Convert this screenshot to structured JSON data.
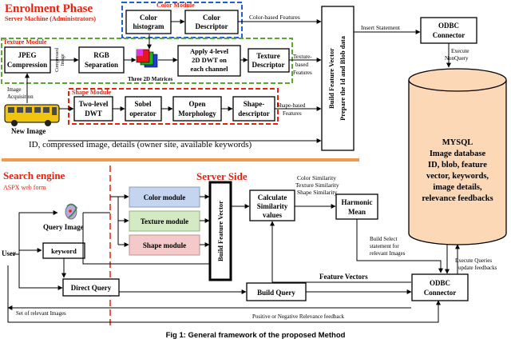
{
  "enrolment": {
    "title": "Enrolment Phase",
    "subtitle": "Server Machine (Administrators)",
    "color_module": {
      "title": "Color Module",
      "histogram": [
        "Color",
        "histogram"
      ],
      "descriptor": [
        "Color",
        "Descriptor"
      ]
    },
    "texture_module": {
      "title": "Texture Module",
      "jpeg": [
        "JPEG",
        "Compression"
      ],
      "compressed_label": [
        "Compressed",
        "Image"
      ],
      "rgb": [
        "RGB",
        "Separation"
      ],
      "matrices_label": "Three 2D Matrices",
      "dwt": [
        "Apply 4-level",
        "2D DWT on",
        "each channel"
      ],
      "descriptor": [
        "Texture",
        "Descriptor"
      ]
    },
    "shape_module": {
      "title": "Shape Module",
      "dwt": [
        "Two-level",
        "DWT"
      ],
      "sobel": [
        "Sobel",
        "operator"
      ],
      "morph": [
        "Open",
        "Morphology"
      ],
      "descriptor": [
        "Shape-",
        "descriptor"
      ]
    },
    "image_acquisition": [
      "Image",
      "Acquisition"
    ],
    "new_image": "New Image",
    "color_features": "Color-based Features",
    "texture_features": [
      "Texture-",
      "based",
      "Features"
    ],
    "shape_features": [
      "Shape-based",
      "Features"
    ],
    "build_fv": [
      "Build Feature Vector",
      "Prepare the Id and Blob data"
    ],
    "insert_statement": "Insert Statement",
    "odbc_top": [
      "ODBC",
      "Connector"
    ],
    "execute_nonquery": [
      "Execute",
      "NonQuery"
    ],
    "id_line": "ID, compressed image, details (owner site, available keywords)"
  },
  "database": {
    "name": "MYSQL",
    "lines": [
      "Image database",
      "ID, blob, feature",
      "vector, keywords,",
      "image details,",
      "relevance feedbacks"
    ]
  },
  "search": {
    "title": "Search engine",
    "subtitle": "ASPX web form",
    "user": "User",
    "query_image": "Query Image",
    "keyword": "keyword",
    "direct_query": "Direct Query",
    "relevant_set": "Set of relevant Images"
  },
  "server": {
    "title": "Server Side",
    "color_module": "Color module",
    "texture_module": "Texture module",
    "shape_module": "Shape module",
    "build_fv": "Build Feature Vector",
    "calc_sim": [
      "Calculate",
      "Similarity",
      "values"
    ],
    "sims": [
      "Color Similarity",
      "Texture Similarity",
      "Shape Similarity"
    ],
    "harmonic": [
      "Harmonic",
      "Mean"
    ],
    "build_select": [
      "Build Select",
      "statement for",
      "relevant Images"
    ],
    "feature_vectors": "Feature Vectors",
    "build_query": "Build Query",
    "execute_queries": [
      "Execute Queries",
      "update feedbacks"
    ],
    "odbc_bottom": [
      "ODBC",
      "Connector"
    ],
    "relevance_feedback": "Positive or Negative Relevance feedback"
  },
  "caption": "Fig 1: General framework of the proposed Method",
  "colors": {
    "red": "#e8210f",
    "orange": "#f39a4a",
    "blue_dash": "#1f5fd0",
    "green_dash": "#5aa832",
    "db_fill": "#fcd8b6",
    "color_module_fill": "#c5d5ef",
    "texture_module_fill": "#d4eac4",
    "shape_module_fill": "#f3c9c9"
  }
}
